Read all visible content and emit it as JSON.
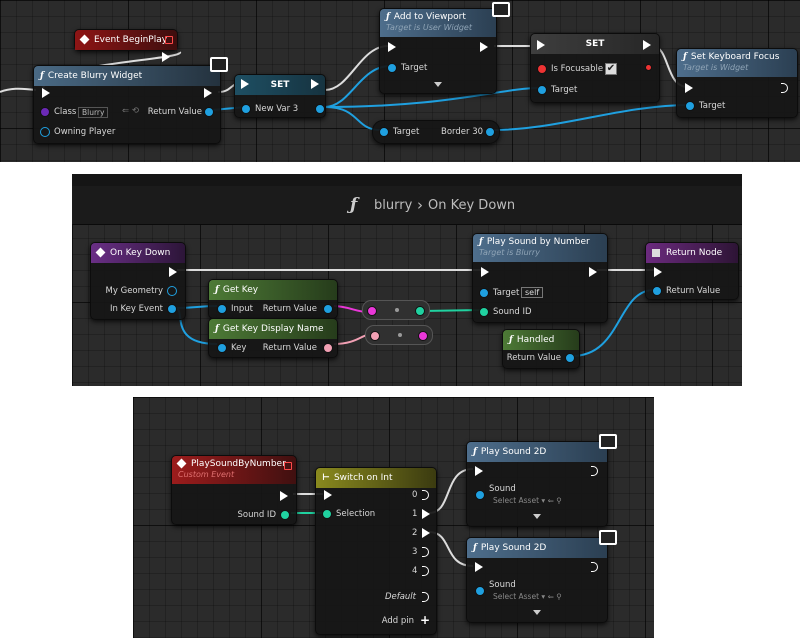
{
  "panel1": {
    "event_begin_play": {
      "title": "Event BeginPlay"
    },
    "create_widget": {
      "title": "Create Blurry Widget",
      "class_label": "Class",
      "class_value": "Blurry",
      "owning_player_label": "Owning Player",
      "return_label": "Return Value"
    },
    "set_var": {
      "title": "SET",
      "var_label": "New Var 3"
    },
    "add_viewport": {
      "title": "Add to Viewport",
      "subtitle": "Target is User Widget",
      "target_label": "Target"
    },
    "set_focusable": {
      "title": "SET",
      "is_focusable_label": "Is Focusable",
      "check": "✔",
      "target_label": "Target"
    },
    "set_keyboard_focus": {
      "title": "Set Keyboard Focus",
      "subtitle": "Target is Widget",
      "target_label": "Target"
    },
    "border_getter": {
      "target_label": "Target",
      "value_label": "Border 30"
    }
  },
  "panel2": {
    "breadcrumb": {
      "graph": "blurry",
      "separator": "›",
      "function": "On Key Down"
    },
    "on_key_down": {
      "title": "On Key Down",
      "my_geometry_label": "My Geometry",
      "in_key_event_label": "In Key Event"
    },
    "get_key": {
      "title": "Get Key",
      "input_label": "Input",
      "return_label": "Return Value"
    },
    "get_key_display_name": {
      "title": "Get Key Display Name",
      "key_label": "Key",
      "return_label": "Return Value"
    },
    "play_sound_by_number": {
      "title": "Play Sound by Number",
      "subtitle": "Target is Blurry",
      "target_label": "Target",
      "self_label": "self",
      "sound_id_label": "Sound ID"
    },
    "handled": {
      "title": "Handled",
      "return_label": "Return Value"
    },
    "return_node": {
      "title": "Return Node",
      "return_label": "Return Value"
    }
  },
  "panel3": {
    "custom_event": {
      "title": "PlaySoundByNumber",
      "subtitle": "Custom Event",
      "sound_id_label": "Sound ID"
    },
    "switch_on_int": {
      "title": "Switch on Int",
      "selection_label": "Selection",
      "cases": [
        "0",
        "1",
        "2",
        "3",
        "4"
      ],
      "default_label": "Default",
      "add_pin_label": "Add pin",
      "add_pin_icon": "+"
    },
    "play_sound_2d_a": {
      "title": "Play Sound 2D",
      "sound_label": "Sound",
      "asset_placeholder": "Select Asset"
    },
    "play_sound_2d_b": {
      "title": "Play Sound 2D",
      "sound_label": "Sound",
      "asset_placeholder": "Select Asset"
    }
  },
  "colors": {
    "exec": "#ffffff",
    "object": "#1fa0e0",
    "integer": "#20d2a0",
    "struct": "#f2a0b4",
    "string": "#ea37d8",
    "class": "#6b29b6",
    "bool": "#e33333"
  }
}
